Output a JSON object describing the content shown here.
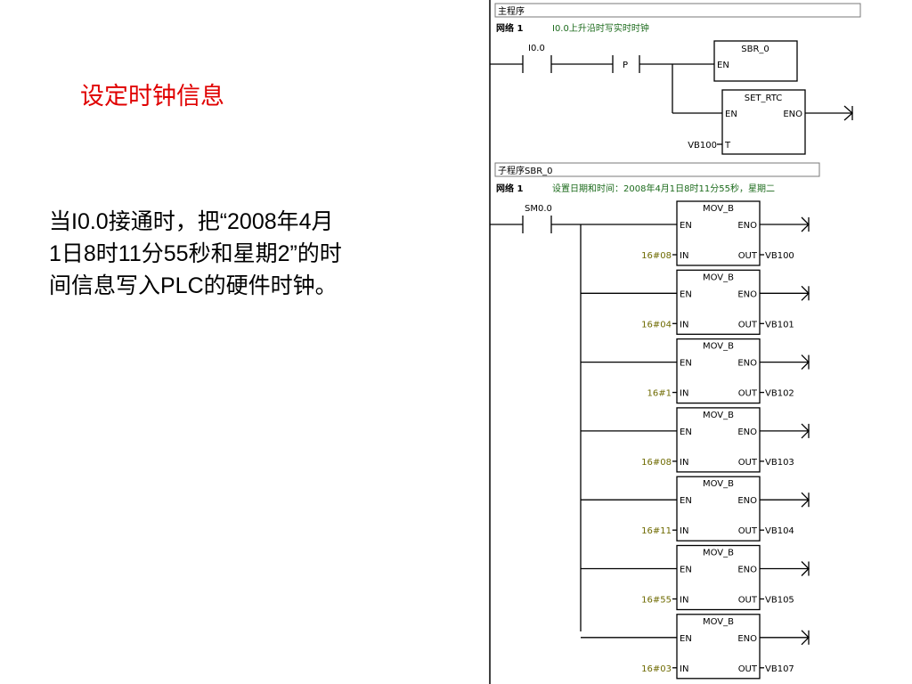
{
  "slide": {
    "title": "设定时钟信息",
    "body_lines": [
      "当I0.0接通时，把“2008年4月",
      "1日8时11分55秒和星期2”的时",
      "间信息写入PLC的硬件时钟。"
    ]
  },
  "main_program": {
    "header": "主程序",
    "network_label": "网络 1",
    "network_comment": "I0.0上升沿时写实时时钟",
    "contact": "I0.0",
    "edge_label": "P",
    "sbr_box": {
      "name": "SBR_0",
      "en": "EN"
    },
    "rtc_box": {
      "name": "SET_RTC",
      "en": "EN",
      "eno": "ENO",
      "t_pin": "T",
      "t_operand": "VB100"
    }
  },
  "subroutine": {
    "header": "子程序SBR_0",
    "network_label": "网络 1",
    "network_comment": "设置日期和时间：2008年4月1日8时11分55秒，星期二",
    "contact": "SM0.0",
    "box_name": "MOV_B",
    "pin_en": "EN",
    "pin_eno": "ENO",
    "pin_in": "IN",
    "pin_out": "OUT",
    "moves": [
      {
        "in": "16#08",
        "out": "VB100"
      },
      {
        "in": "16#04",
        "out": "VB101"
      },
      {
        "in": "16#1",
        "out": "VB102"
      },
      {
        "in": "16#08",
        "out": "VB103"
      },
      {
        "in": "16#11",
        "out": "VB104"
      },
      {
        "in": "16#55",
        "out": "VB105"
      },
      {
        "in": "16#03",
        "out": "VB107"
      }
    ]
  }
}
